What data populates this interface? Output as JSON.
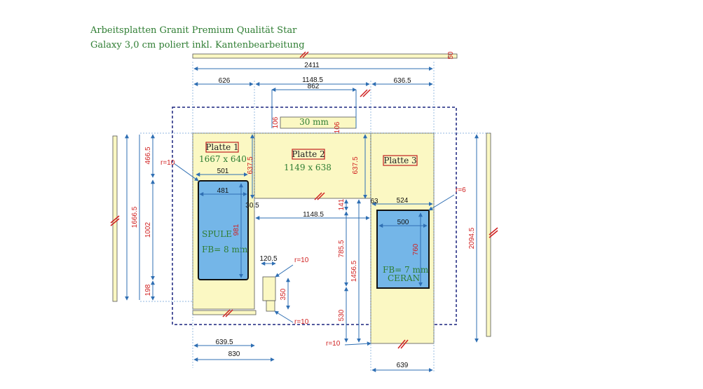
{
  "title": {
    "line1": "Arbeitsplatten Granit Premium Qualität Star",
    "line2": "Galaxy 3,0 cm poliert inkl. Kantenbearbeitung"
  },
  "colors": {
    "plate": "#fbf8c3",
    "cutout": "#74b6e8",
    "dim_line": "#2f6fb3",
    "dim_text": "#111111",
    "red": "#d02020",
    "green": "#2e7d32",
    "outline": "#1a237e"
  },
  "plates": {
    "p1": {
      "label": "Platte 1",
      "size": "1667 x 640"
    },
    "p2": {
      "label": "Platte 2",
      "size": "1149 x 638"
    },
    "p3": {
      "label": "Platte 3"
    }
  },
  "cutouts": {
    "sink": {
      "name": "SPULE",
      "fb": "FB= 8 mm"
    },
    "cooktop": {
      "name": "CERAN",
      "fb": "FB= 7 mm"
    }
  },
  "strip_label": "30 mm",
  "dimensions": {
    "top_total": "2411",
    "top_left": "626",
    "top_mid": "1148.5",
    "top_mid_inner": "862",
    "top_right": "636.5",
    "strip_end": "50",
    "strip_h_left": "106",
    "strip_h_right": "106",
    "left_depth_top": "466.5",
    "left_depth_top2": "637.5",
    "mid_depth": "637.5",
    "left_total": "1666.5",
    "left_sink_span": "1002",
    "left_bottom": "198",
    "sink_width_outer": "501",
    "sink_width": "481",
    "sink_depth": "981",
    "sink_offset": "30.5",
    "mid_span": "1148.5",
    "mid_141": "141",
    "mid_785": "785.5",
    "mid_1456": "1456.5",
    "mid_530": "530",
    "notch_w": "120.5",
    "notch_h": "350",
    "cook_offset": "63",
    "cook_width_outer": "524",
    "cook_width": "500",
    "cook_depth": "760",
    "right_total": "2094.5",
    "bottom_left_inner": "639.5",
    "bottom_left_outer": "830",
    "bottom_right": "639"
  },
  "radii": {
    "r_sink": "r=10",
    "r_cook": "r=6",
    "r_notch_top": "r=10",
    "r_notch_bottom": "r=10",
    "r_corner": "r=10"
  }
}
